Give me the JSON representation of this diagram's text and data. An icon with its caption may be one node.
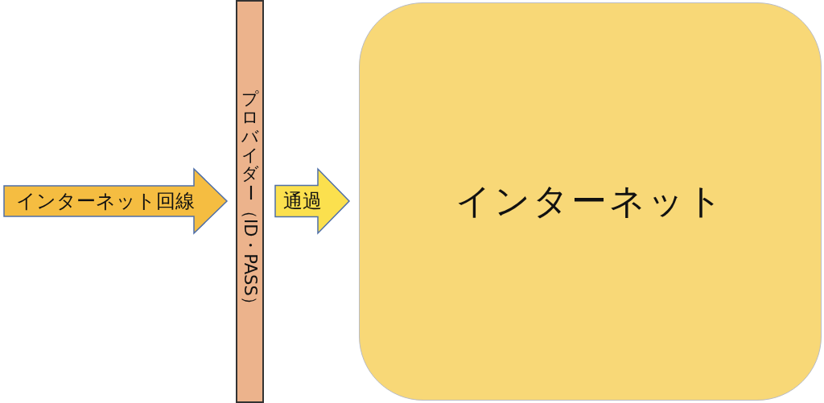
{
  "diagram": {
    "nodes": [
      {
        "text": [
          "プロバイダー（ID・PASS）"
        ]
      },
      {
        "text": [
          "インターネット"
        ]
      }
    ],
    "edges": [
      {
        "from": null,
        "to": 0,
        "arrow": "to",
        "label": "インターネット回線",
        "color": "#f5bd41"
      },
      {
        "from": 0,
        "to": 1,
        "arrow": "to",
        "label": "通過",
        "color": "#fbe04e"
      }
    ]
  }
}
